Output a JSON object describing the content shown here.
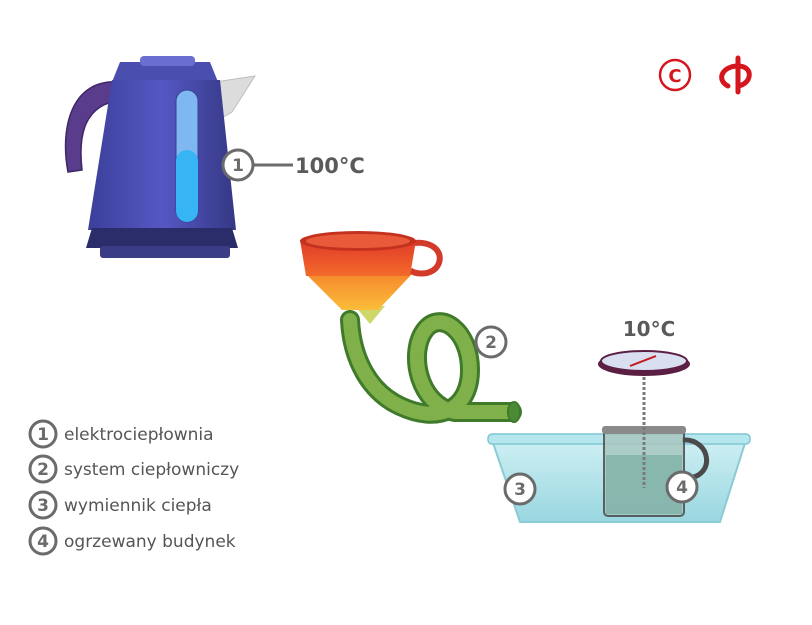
{
  "temperatures": {
    "kettle": "100°C",
    "thermometer": "10°C"
  },
  "markers": [
    "1",
    "2",
    "3",
    "4"
  ],
  "legend": [
    {
      "number": "1",
      "text": "elektrociepłownia"
    },
    {
      "number": "2",
      "text": "system ciepłowniczy"
    },
    {
      "number": "3",
      "text": "wymiennik ciepła"
    },
    {
      "number": "4",
      "text": "ogrzewany budynek"
    }
  ],
  "logo": {
    "copyright_symbol": "C",
    "color": "#d6161e"
  }
}
